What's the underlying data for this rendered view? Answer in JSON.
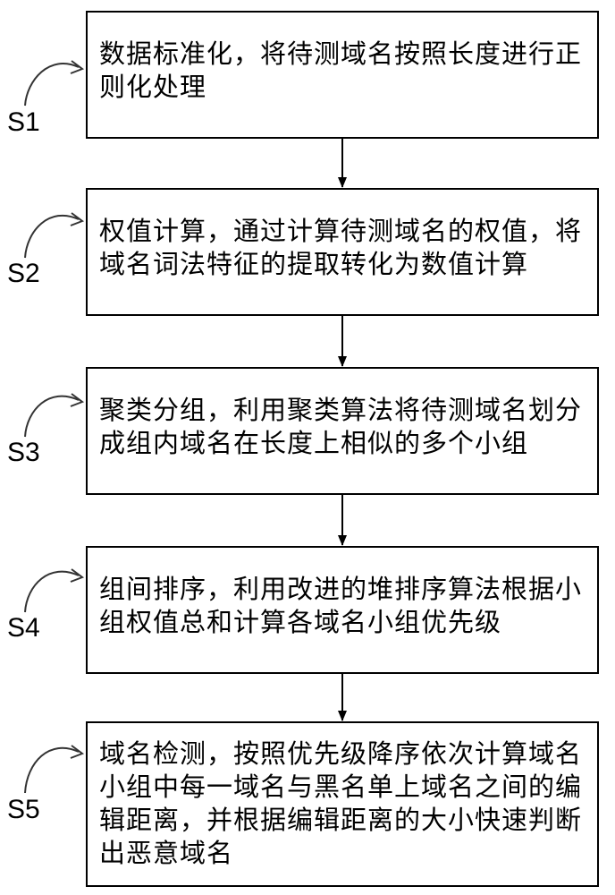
{
  "steps": [
    {
      "label": "S1",
      "text": "数据标准化，将待测域名按照长度进行正则化处理"
    },
    {
      "label": "S2",
      "text": "权值计算，通过计算待测域名的权值，将域名词法特征的提取转化为数值计算"
    },
    {
      "label": "S3",
      "text": "聚类分组，利用聚类算法将待测域名划分成组内域名在长度上相似的多个小组"
    },
    {
      "label": "S4",
      "text": "组间排序，利用改进的堆排序算法根据小组权值总和计算各域名小组优先级"
    },
    {
      "label": "S5",
      "text": "域名检测，按照优先级降序依次计算域名小组中每一域名与黑名单上域名之间的编辑距离，并根据编辑距离的大小快速判断出恶意域名"
    }
  ]
}
